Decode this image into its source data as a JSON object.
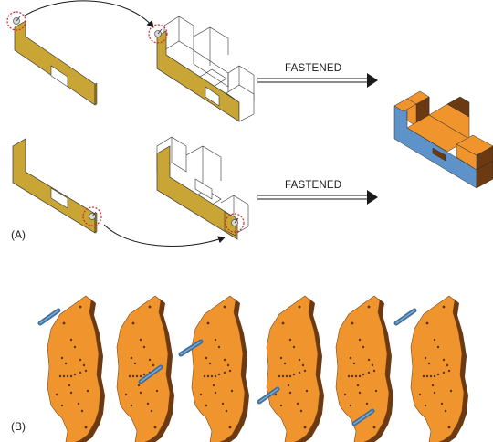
{
  "panels": {
    "a": {
      "label": "(A)"
    },
    "b": {
      "label": "(B)"
    }
  },
  "assembly": {
    "arrow_text_top": "FASTENED",
    "arrow_text_bottom": "FASTENED"
  },
  "colors": {
    "plate_gold": "#c8a535",
    "plate_gold_dark": "#9b7d1f",
    "block_orange": "#f0952e",
    "block_blue": "#5d93c9",
    "block_dark": "#6b3a12",
    "marker_red": "#d8262c",
    "pin_blue": "#3f6f9d",
    "outline": "#333333"
  },
  "icons": [
    "fastener-marker-icon",
    "curved-arrow-icon",
    "double-arrow-icon",
    "pin-icon"
  ]
}
